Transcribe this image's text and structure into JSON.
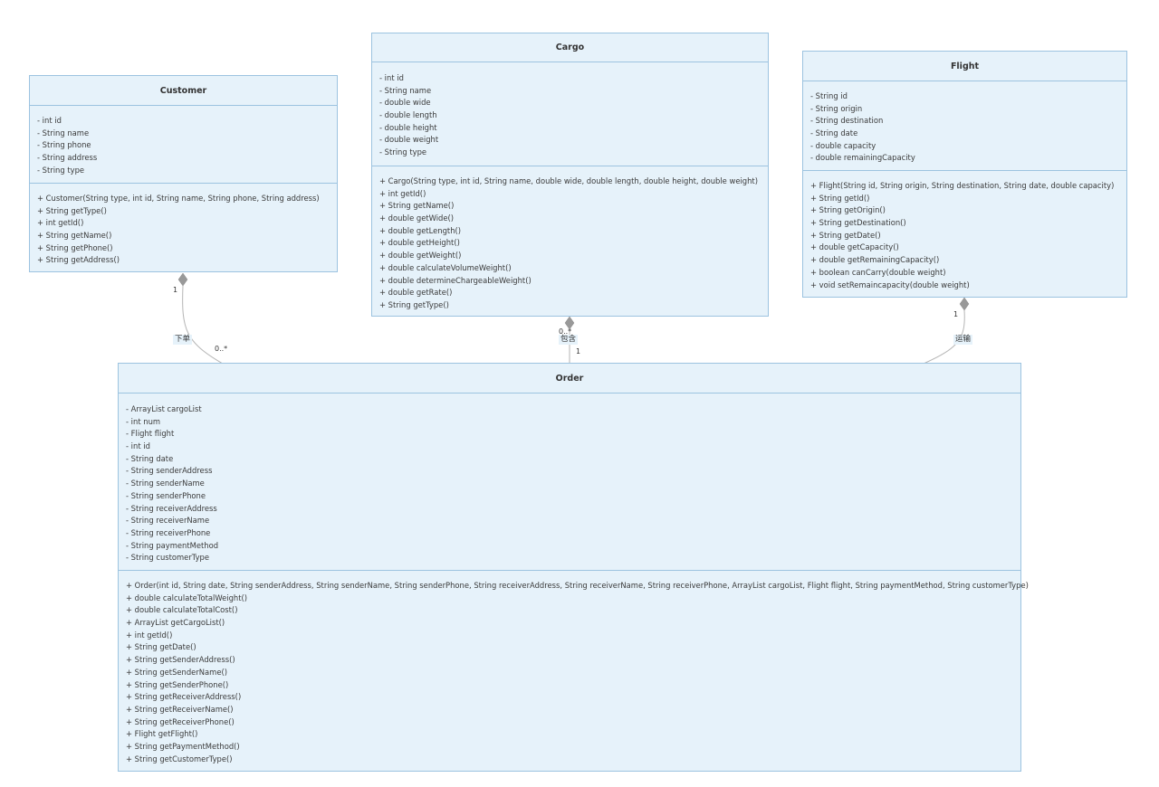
{
  "classes": {
    "customer": {
      "name": "Customer",
      "attributes": [
        "- int id",
        "- String name",
        "- String phone",
        "- String address",
        "- String type"
      ],
      "methods": [
        "+ Customer(String type, int id, String name, String phone, String address)",
        "+ String getType()",
        "+ int getId()",
        "+ String getName()",
        "+ String getPhone()",
        "+ String getAddress()"
      ]
    },
    "cargo": {
      "name": "Cargo",
      "attributes": [
        "- int id",
        "- String name",
        "- double wide",
        "- double length",
        "- double height",
        "- double weight",
        "- String type"
      ],
      "methods": [
        "+ Cargo(String type, int id, String name, double wide, double length, double height, double weight)",
        "+ int getId()",
        "+ String getName()",
        "+ double getWide()",
        "+ double getLength()",
        "+ double getHeight()",
        "+ double getWeight()",
        "+ double calculateVolumeWeight()",
        "+ double determineChargeableWeight()",
        "+ double getRate()",
        "+ String getType()"
      ]
    },
    "flight": {
      "name": "Flight",
      "attributes": [
        "- String id",
        "- String origin",
        "- String destination",
        "- String date",
        "- double capacity",
        "- double remainingCapacity"
      ],
      "methods": [
        "+ Flight(String id, String origin, String destination, String date, double capacity)",
        "+ String getId()",
        "+ String getOrigin()",
        "+ String getDestination()",
        "+ String getDate()",
        "+ double getCapacity()",
        "+ double getRemainingCapacity()",
        "+ boolean canCarry(double weight)",
        "+ void setRemaincapacity(double weight)"
      ]
    },
    "order": {
      "name": "Order",
      "attributes": [
        "- ArrayList cargoList",
        "- int num",
        "- Flight flight",
        "- int id",
        "- String date",
        "- String senderAddress",
        "- String senderName",
        "- String senderPhone",
        "- String receiverAddress",
        "- String receiverName",
        "- String receiverPhone",
        "- String paymentMethod",
        "- String customerType"
      ],
      "methods": [
        "+ Order(int id, String date, String senderAddress, String senderName, String senderPhone, String receiverAddress, String receiverName, String receiverPhone, ArrayList cargoList, Flight flight, String paymentMethod, String customerType)",
        "+ double calculateTotalWeight()",
        "+ double calculateTotalCost()",
        "+ ArrayList getCargoList()",
        "+ int getId()",
        "+ String getDate()",
        "+ String getSenderAddress()",
        "+ String getSenderName()",
        "+ String getSenderPhone()",
        "+ String getReceiverAddress()",
        "+ String getReceiverName()",
        "+ String getReceiverPhone()",
        "+ Flight getFlight()",
        "+ String getPaymentMethod()",
        "+ String getCustomerType()"
      ]
    }
  },
  "relations": {
    "customer_order": {
      "label": "下单",
      "source_multiplicity": "1",
      "target_multiplicity": "0..*"
    },
    "cargo_order": {
      "label": "包含",
      "source_multiplicity": "0..*",
      "target_multiplicity": "1"
    },
    "flight_order": {
      "label": "运输",
      "source_multiplicity": "1",
      "target_multiplicity": ""
    }
  },
  "colors": {
    "box_fill": "#e6f2fa",
    "box_border": "#9cc3e0",
    "relation_line": "#b5b5b5",
    "diamond": "#999999"
  }
}
